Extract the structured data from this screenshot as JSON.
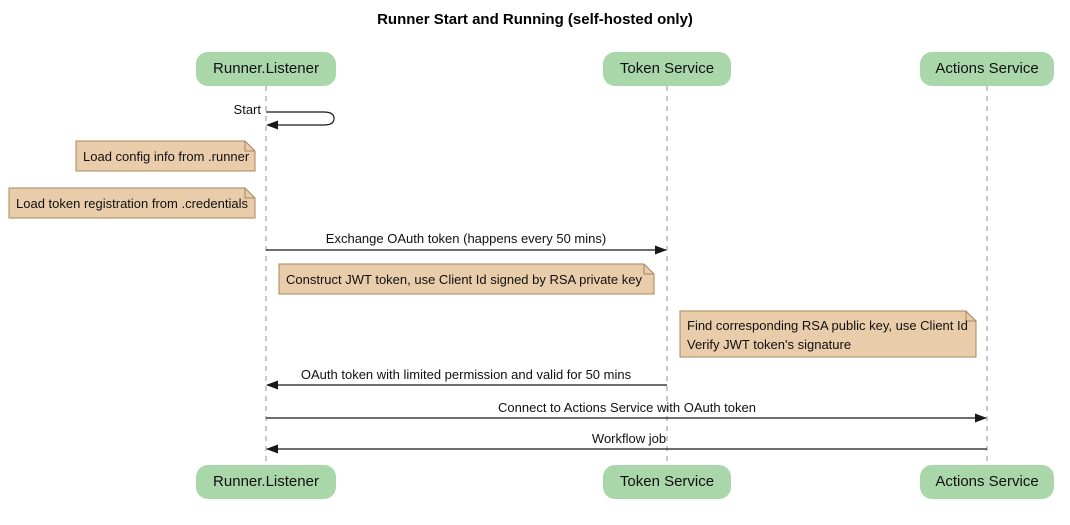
{
  "title": "Runner Start and Running (self-hosted only)",
  "participants": [
    {
      "label": "Runner.Listener"
    },
    {
      "label": "Token Service"
    },
    {
      "label": "Actions Service"
    }
  ],
  "messages": [
    {
      "label": "Start",
      "type": "self",
      "from": "Runner.Listener",
      "to": "Runner.Listener"
    },
    {
      "label": "Exchange OAuth token (happens every 50 mins)",
      "from": "Runner.Listener",
      "to": "Token Service"
    },
    {
      "label": "OAuth token with limited permission and valid for 50 mins",
      "from": "Token Service",
      "to": "Runner.Listener"
    },
    {
      "label": "Connect to Actions Service with OAuth token",
      "from": "Runner.Listener",
      "to": "Actions Service"
    },
    {
      "label": "Workflow job",
      "from": "Actions Service",
      "to": "Runner.Listener"
    }
  ],
  "notes": [
    {
      "text": "Load config info from .runner"
    },
    {
      "text": "Load token registration from .credentials"
    },
    {
      "text": "Construct JWT token, use Client Id signed by RSA private key"
    },
    {
      "lines": [
        "Find corresponding RSA public key, use Client Id",
        "Verify JWT token's signature"
      ]
    }
  ],
  "colors": {
    "participant_fill": "#A9D7AA",
    "note_fill": "#E9CDAB",
    "note_border": "#A6855D",
    "lifeline": "#AAAAAA",
    "arrow": "#181818",
    "background": "#FFFFFF"
  }
}
